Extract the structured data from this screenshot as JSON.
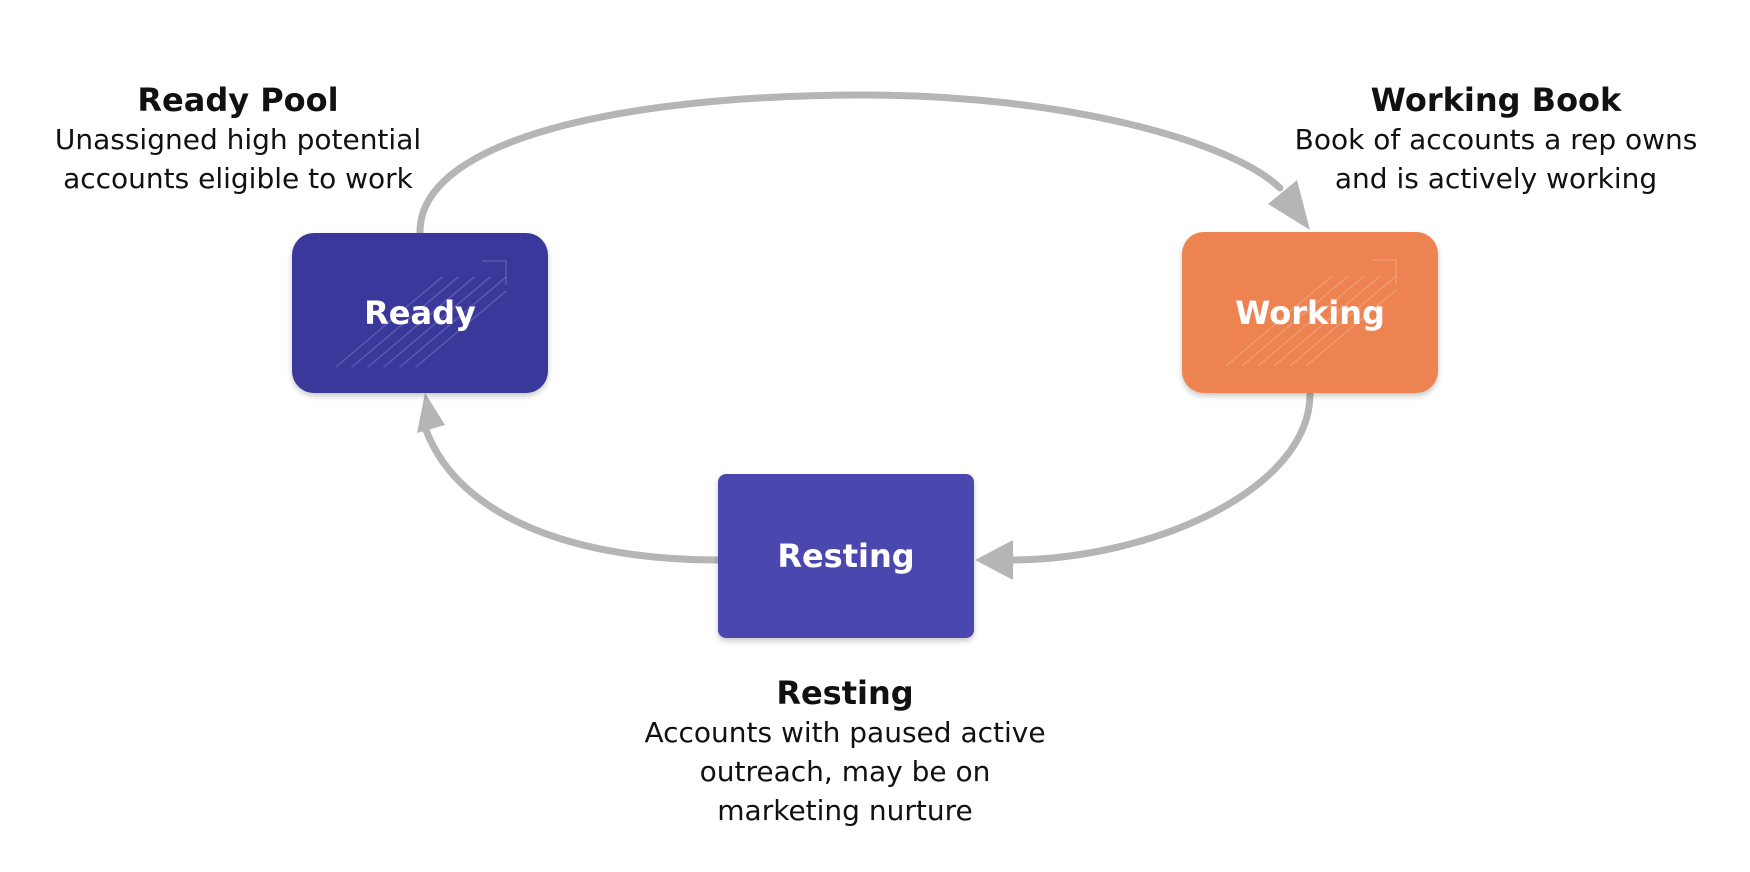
{
  "colors": {
    "ready": "#3b389c",
    "working": "#ec8351",
    "resting": "#4a48ae",
    "arrow": "#b5b5b5",
    "text": "#111111"
  },
  "nodes": {
    "ready": {
      "label": "Ready"
    },
    "working": {
      "label": "Working"
    },
    "resting": {
      "label": "Resting"
    }
  },
  "captions": {
    "ready": {
      "title": "Ready Pool",
      "lines": [
        "Unassigned high potential",
        "accounts eligible to work"
      ]
    },
    "working": {
      "title": "Working Book",
      "lines": [
        "Book of accounts a rep owns",
        "and is actively working"
      ]
    },
    "resting": {
      "title": "Resting",
      "lines": [
        "Accounts with paused active",
        "outreach, may be on",
        "marketing nurture"
      ]
    }
  },
  "edges": [
    {
      "from": "Ready",
      "to": "Working"
    },
    {
      "from": "Working",
      "to": "Resting"
    },
    {
      "from": "Resting",
      "to": "Ready"
    }
  ]
}
